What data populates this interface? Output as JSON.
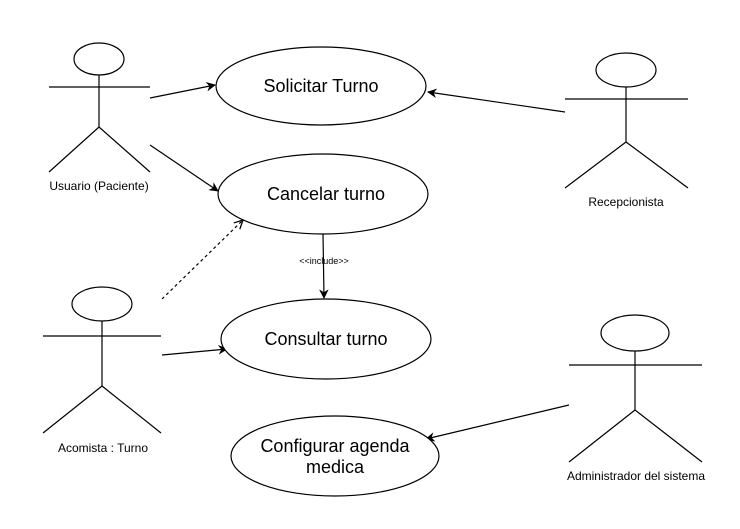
{
  "actors": [
    {
      "id": "paciente",
      "label": "Usuario (Paciente)"
    },
    {
      "id": "recepcionista",
      "label": "Recepcionista"
    },
    {
      "id": "acomista",
      "label": "Acomista : Turno"
    },
    {
      "id": "administrador",
      "label": "Administrador del sistema"
    }
  ],
  "use_cases": [
    {
      "id": "solicitar",
      "line1": "Solicitar Turno",
      "line2": ""
    },
    {
      "id": "cancelar",
      "line1": "Cancelar turno",
      "line2": ""
    },
    {
      "id": "consultar",
      "line1": "Consultar turno",
      "line2": ""
    },
    {
      "id": "configurar",
      "line1": "Configurar agenda",
      "line2": "medica"
    }
  ],
  "relations": {
    "include_label": "<<include>>"
  }
}
